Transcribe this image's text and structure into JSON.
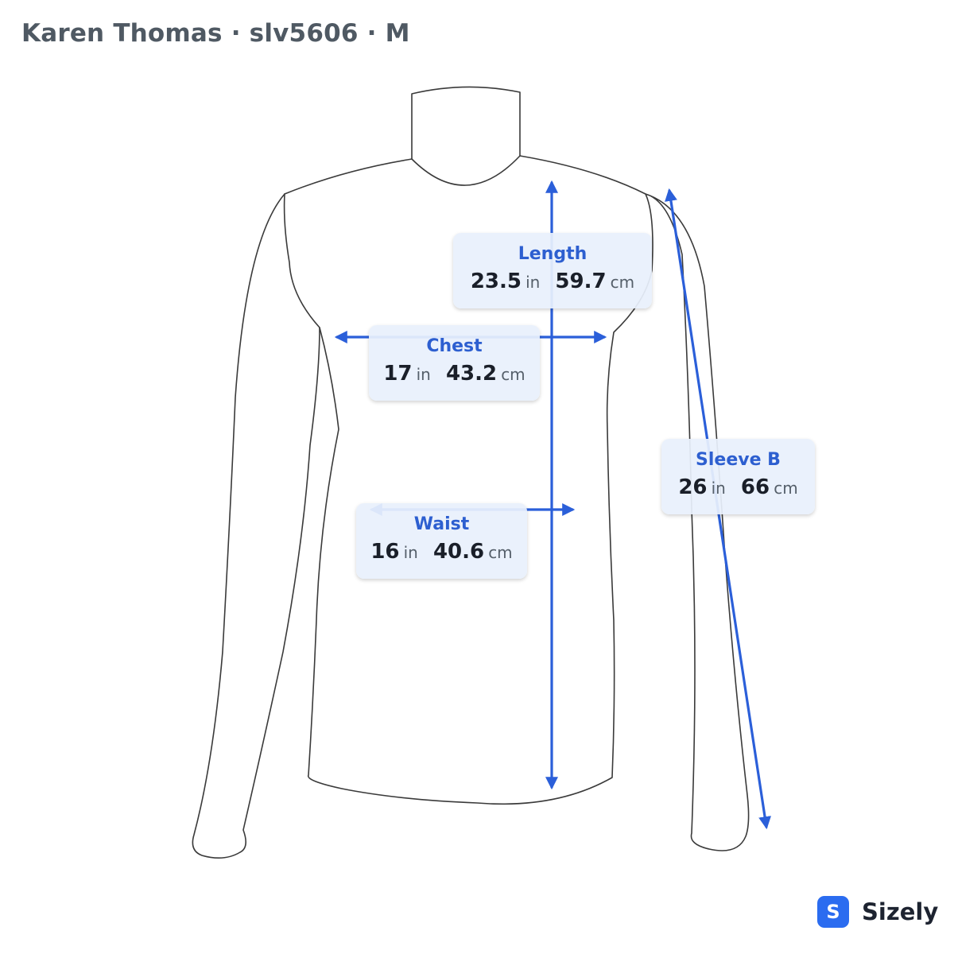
{
  "header": {
    "title": "Karen Thomas · slv5606 · M"
  },
  "colors": {
    "accent": "#2b5fd9",
    "outline": "#3a3a3a",
    "label_bg": "#e8f0fc"
  },
  "measurements": {
    "length": {
      "name": "Length",
      "in_value": "23.5",
      "in_unit": "in",
      "cm_value": "59.7",
      "cm_unit": "cm"
    },
    "chest": {
      "name": "Chest",
      "in_value": "17",
      "in_unit": "in",
      "cm_value": "43.2",
      "cm_unit": "cm"
    },
    "waist": {
      "name": "Waist",
      "in_value": "16",
      "in_unit": "in",
      "cm_value": "40.6",
      "cm_unit": "cm"
    },
    "sleeve_b": {
      "name": "Sleeve B",
      "in_value": "26",
      "in_unit": "in",
      "cm_value": "66",
      "cm_unit": "cm"
    }
  },
  "brand": {
    "logo_letter": "S",
    "name": "Sizely"
  }
}
